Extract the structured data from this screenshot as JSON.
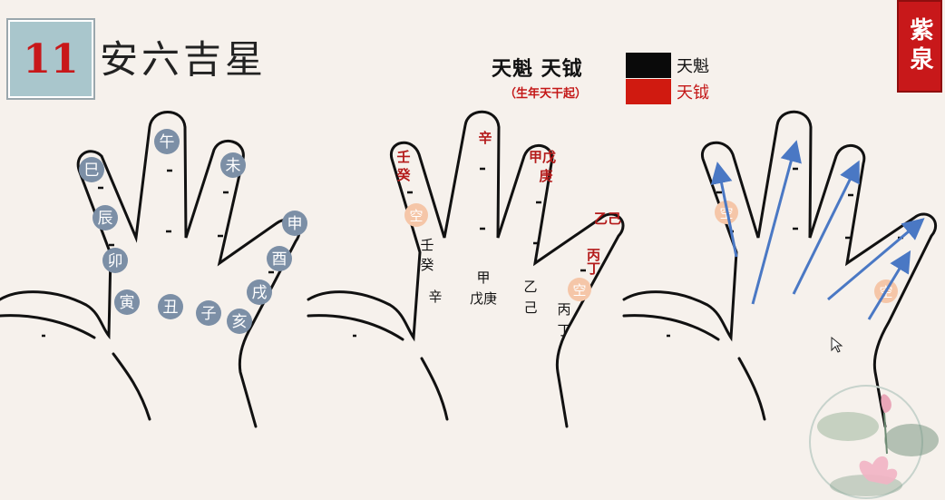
{
  "lesson": {
    "number": "11",
    "title": "安六吉星"
  },
  "legend": {
    "title": "天魁 天钺",
    "subtitle": "（生年天干起）",
    "items": [
      {
        "label": "天魁",
        "color": "#0a0a0a"
      },
      {
        "label": "天钺",
        "color": "#d01a10"
      }
    ]
  },
  "seal": {
    "chars": "紫泉",
    "color": "#c8181a"
  },
  "hand1": {
    "circle_color": "#7c8fa6",
    "positions": [
      "巳",
      "辰",
      "卯",
      "寅",
      "午",
      "丑",
      "子",
      "未",
      "亥",
      "戌",
      "酉",
      "申"
    ]
  },
  "hand2": {
    "red_labels": [
      "壬",
      "癸",
      "辛",
      "甲戊",
      "庚",
      "乙己",
      "丙丁"
    ],
    "black_labels": [
      "壬",
      "癸",
      "辛",
      "甲",
      "戊庚",
      "乙",
      "己",
      "丙",
      "丁"
    ],
    "void": "空",
    "void_color": "#f5c6a8"
  },
  "hand3": {
    "void": "空",
    "arrow_color": "#4a78c4"
  }
}
